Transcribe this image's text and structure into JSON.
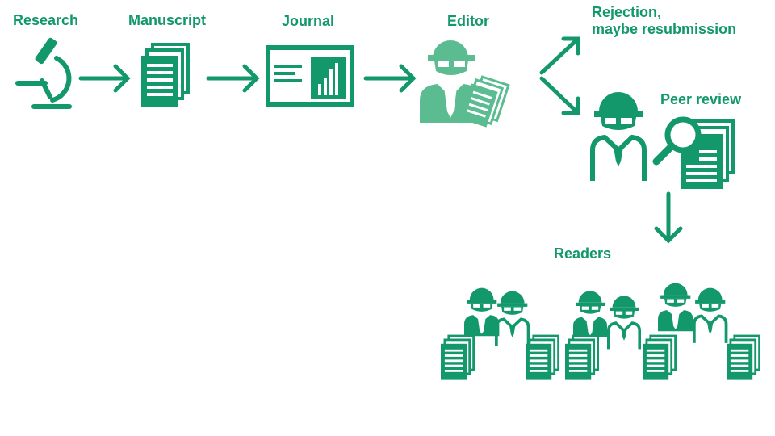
{
  "colors": {
    "primary": "#12986a",
    "light": "#5bbc92",
    "background": "#ffffff"
  },
  "labels": {
    "research": "Research",
    "manuscript": "Manuscript",
    "journal": "Journal",
    "editor": "Editor",
    "rejection_line1": "Rejection,",
    "rejection_line2": "maybe resubmission",
    "peer_review": "Peer review",
    "readers": "Readers"
  },
  "icons": {
    "research": "microscope-icon",
    "manuscript": "document-stack-icon",
    "journal": "journal-chart-icon",
    "editor": "editor-person-icon",
    "reviewer": "reviewer-person-icon",
    "peer_review": "magnifier-document-icon",
    "readers": "reader-person-icon"
  }
}
